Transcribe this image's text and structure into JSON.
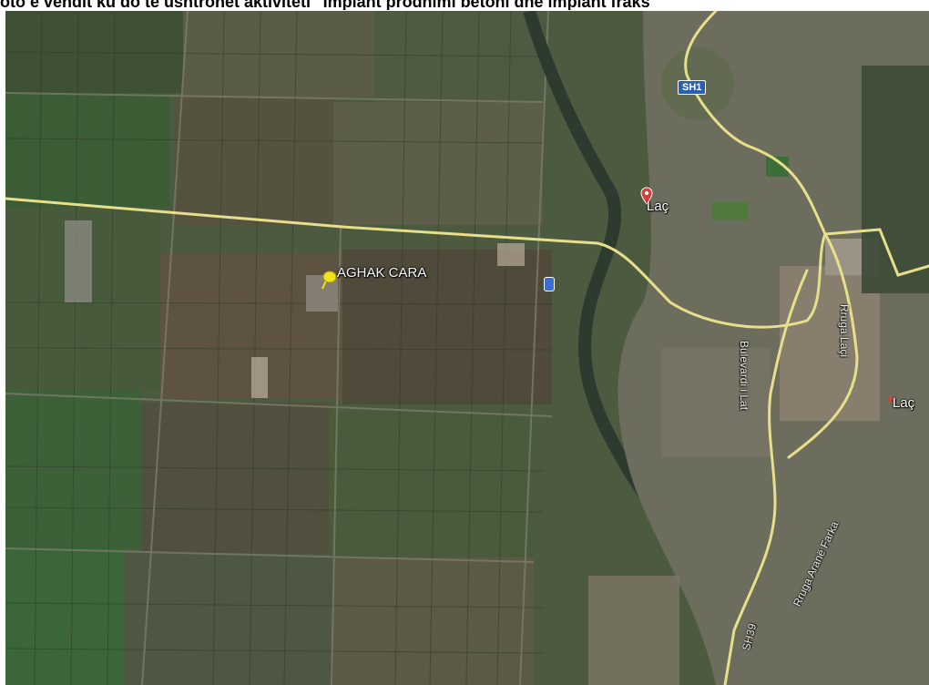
{
  "caption": {
    "text": "oto e vendit ku do të ushtrohet aktiviteti \"Impiant prodhimi betoni dhe impiant fraks"
  },
  "map": {
    "labels": {
      "pin_label": "AGHAK CARA",
      "town_north": "Laç",
      "town_east": "Laç",
      "highway_shield": "SH1",
      "street_1": "Bulevardi i Lat",
      "street_2": "Rruga Laçi",
      "street_3": "Rruga Aranë Farka",
      "route_bottom": "SH39"
    },
    "icons": {
      "pin": "yellow-pushpin-icon",
      "location": "red-location-marker-icon",
      "town_dot": "red-dot-icon",
      "bus": "bus-stop-icon"
    },
    "colors": {
      "road": "#e8df8a",
      "field_dark": "#3e4a33",
      "field_green": "#2f6b37",
      "urban": "#8b8373",
      "river": "#2d3b32",
      "highway_shield": "#2b5fb4",
      "marker_red": "#d93a3a",
      "pin_yellow": "#f2e21a"
    }
  }
}
